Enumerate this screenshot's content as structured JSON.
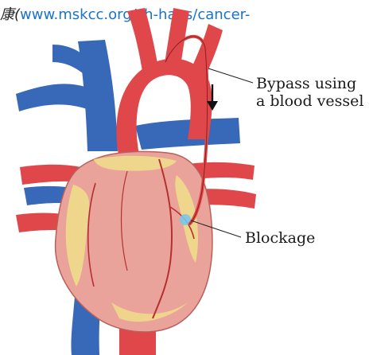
{
  "header": {
    "prefix_text": "康(",
    "link_text": "www.mskcc.org/zh-hans/cancer-"
  },
  "figure": {
    "bypass_label_line1": "Bypass using",
    "bypass_label_line2": "a blood vessel",
    "blockage_label": "Blockage"
  },
  "colors": {
    "artery_red": "#e0474a",
    "vein_blue": "#3868b8",
    "heart_pink": "#e9a39a",
    "fat_yellow": "#efe08a",
    "link_blue": "#1a73c8"
  }
}
